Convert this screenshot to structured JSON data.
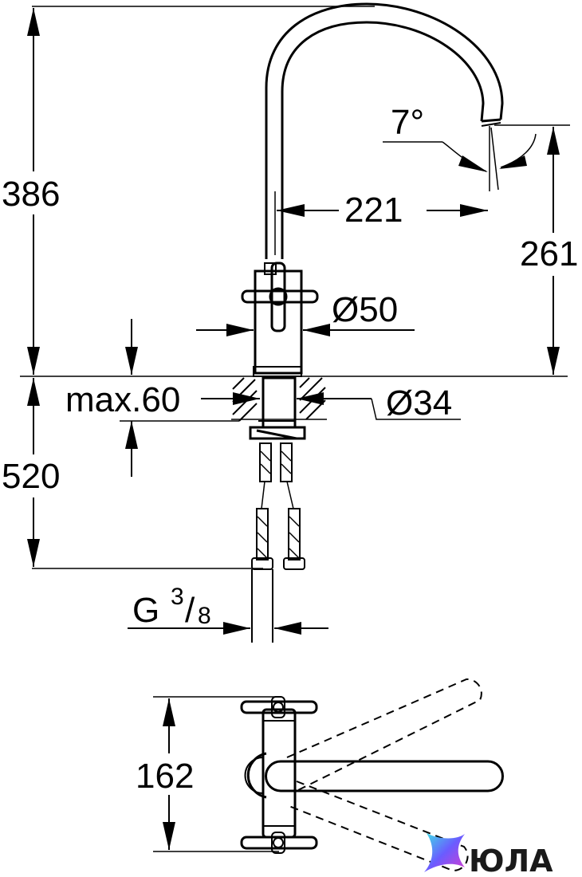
{
  "dimensions": {
    "height_total": "386",
    "spout_reach": "221",
    "spout_height": "261",
    "spout_angle": "7°",
    "handle_diameter": "Ø50",
    "hole_diameter": "Ø34",
    "deck_thickness": "max.60",
    "hose_length": "520",
    "connection_main": "G",
    "connection_num": "3",
    "connection_den": "8",
    "swivel_width": "162"
  },
  "brand": {
    "name": "ЮЛА",
    "colors": [
      "#3de0e6",
      "#6a5cff",
      "#d63bd1"
    ],
    "icon": "star-sparkle-icon"
  }
}
